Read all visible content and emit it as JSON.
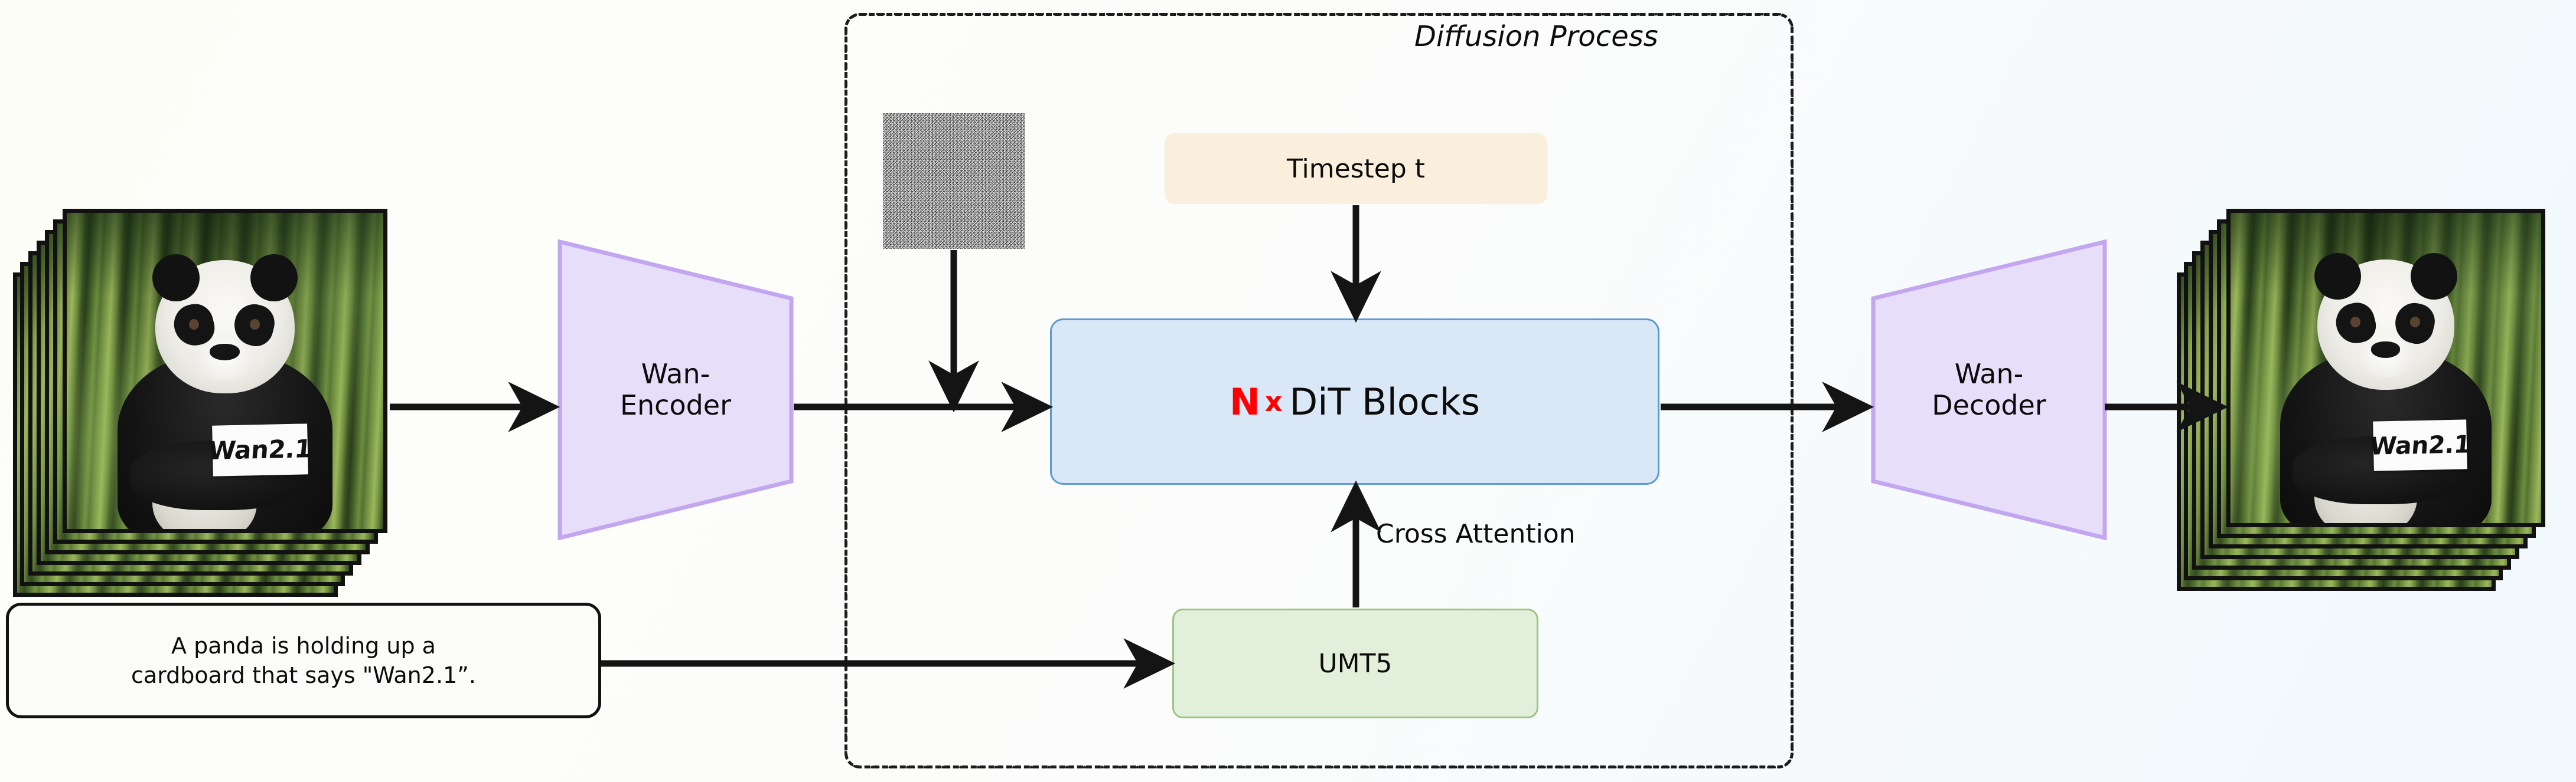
{
  "figure": {
    "title": "Wan2.1 text-to-video diffusion pipeline diagram",
    "background_start": "#fdfdf8",
    "background_end": "#f0f8fc"
  },
  "diffusion": {
    "label": "Diffusion Process",
    "border_style": "dash-dot",
    "border_color": "#1c1c1c"
  },
  "nodes": {
    "encoder": {
      "line1": "Wan-",
      "line2": "Encoder",
      "fill": "#e7def9",
      "stroke": "#c3a6f0"
    },
    "decoder": {
      "line1": "Wan-",
      "line2": "Decoder",
      "fill": "#e7def9",
      "stroke": "#c3a6f0"
    },
    "dit": {
      "n": "N",
      "times": "x",
      "text": "DiT Blocks",
      "n_color": "#ff0000",
      "fill": "#dae7f7",
      "stroke": "#5b9bd5"
    },
    "timestep": {
      "label": "Timestep t",
      "fill": "#f9efdc"
    },
    "umt5": {
      "label": "UMT5",
      "fill": "#e2efda",
      "stroke": "#9cc583"
    },
    "prompt": {
      "line1": "A panda is holding up a",
      "line2": "cardboard that says \"Wan2.1”.",
      "fill": "#fbfbfa",
      "stroke": "#111111"
    },
    "noise": {
      "label": "noise-latent-patch",
      "color": "#8a8a8a"
    }
  },
  "edges": {
    "cross_attention": "Cross Attention"
  },
  "media": {
    "input_frames": {
      "label": "input video frame stack",
      "sign_text": "Wan2.1",
      "frame_count": 7
    },
    "output_frames": {
      "label": "output video frame stack",
      "sign_text": "Wan2.1",
      "frame_count": 7
    }
  }
}
